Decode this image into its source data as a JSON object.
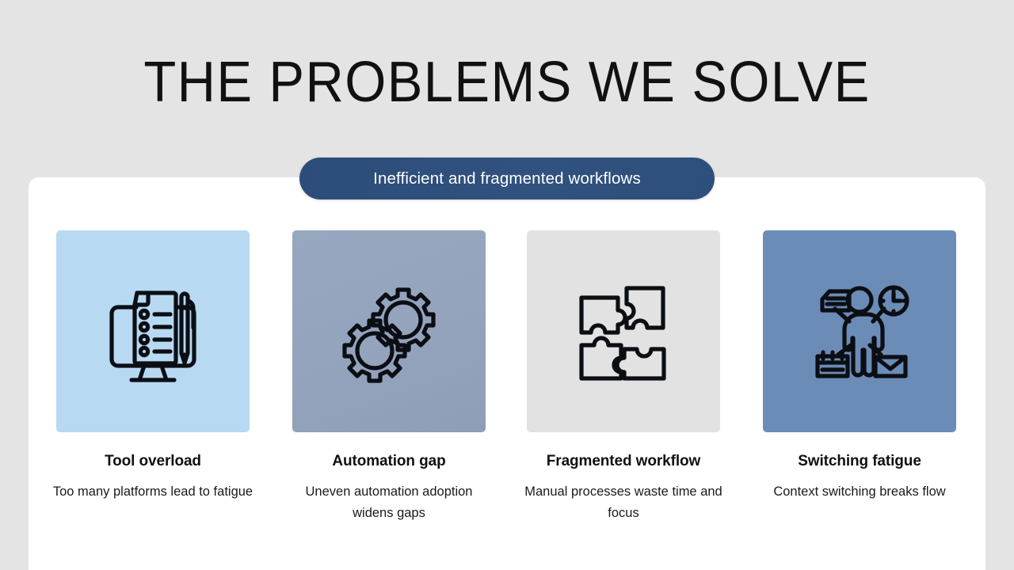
{
  "slide": {
    "title": "THE PROBLEMS WE SOLVE",
    "background_color": "#e4e4e4",
    "panel_color": "#ffffff"
  },
  "banner": {
    "label": "Inefficient and fragmented workflows",
    "background_color": "#2d4f7c",
    "text_color": "#ffffff"
  },
  "cards": [
    {
      "title": "Tool overload",
      "description": "Too many platforms lead to fatigue",
      "icon": "monitor-checklist-pen-icon",
      "tile_color": "#b8d9f2"
    },
    {
      "title": "Automation gap",
      "description": "Uneven automation adoption widens gaps",
      "icon": "gears-icon",
      "tile_color": "#94a4bd"
    },
    {
      "title": "Fragmented workflow",
      "description": "Manual processes waste time and focus",
      "icon": "puzzle-pieces-icon",
      "tile_color": "#e2e2e2"
    },
    {
      "title": "Switching fatigue",
      "description": "Context switching breaks flow",
      "icon": "person-multitasking-icon",
      "tile_color": "#6c8cb8"
    }
  ]
}
